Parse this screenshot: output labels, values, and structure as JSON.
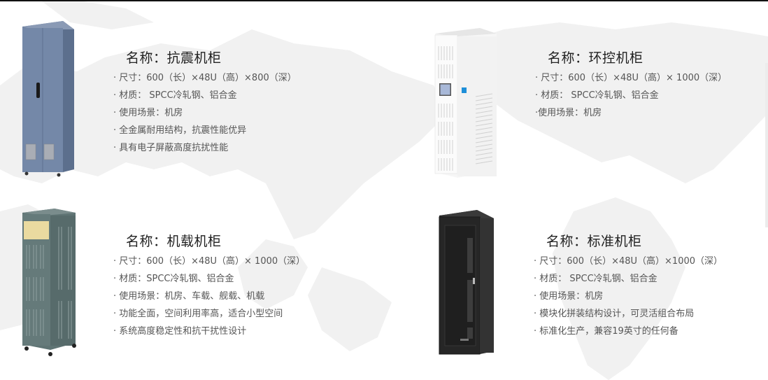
{
  "products": [
    {
      "title": "名称：抗震机柜",
      "image": "seismic-cabinet-blue-gray",
      "color": "#6f83a3",
      "specs": [
        "· 尺寸：600（长）×48U（高）×800（深）",
        "· 材质： SPCC冷轧钢、铝合金",
        "· 使用场景：机房",
        "· 全金属耐用结构，抗震性能优异",
        "· 具有电子屏蔽高度抗扰性能"
      ]
    },
    {
      "title": "名称：环控机柜",
      "image": "environment-control-cabinet-white",
      "color": "#f4f4f4",
      "specs": [
        "· 尺寸：600（长）×48U（高）× 1000（深）",
        "· 材质： SPCC冷轧钢、铝合金",
        "·使用场景：机房"
      ]
    },
    {
      "title": "名称：机载机柜",
      "image": "airborne-cabinet-teal-gray",
      "color": "#5f7474",
      "specs": [
        "· 尺寸：600（长）×48U（高）× 1000（深）",
        "· 材质：SPCC冷轧钢、铝合金",
        "· 使用场景：机房、车载、舰载、机载",
        "· 功能全面，空间利用率高，适合小型空间",
        "· 系统高度稳定性和抗干扰性设计"
      ]
    },
    {
      "title": "名称：标准机柜",
      "image": "standard-cabinet-black",
      "color": "#2b2b2b",
      "specs": [
        "· 尺寸：600（长）×48U（高）×1000（深）",
        "· 材质： SPCC冷轧钢、铝合金",
        "· 使用场景：机房",
        "· 模块化拼装结构设计，可灵活组合布局",
        "· 标准化生产，兼容19英寸的任何备"
      ]
    }
  ],
  "colors": {
    "background": "#ffffff",
    "map": "#f1f1f1",
    "title_text": "#222222",
    "body_text": "#555555"
  }
}
